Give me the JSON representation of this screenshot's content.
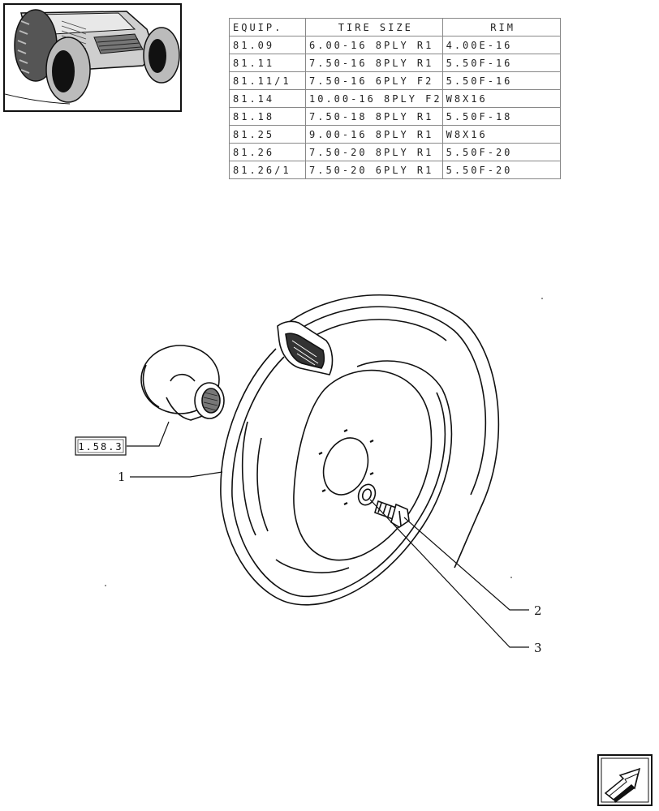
{
  "table": {
    "headers": [
      "EQUIP.",
      "TIRE SIZE",
      "RIM"
    ],
    "rows": [
      [
        "81.09",
        "6.00-16 8PLY R1",
        "4.00E-16"
      ],
      [
        "81.11",
        "7.50-16 8PLY R1",
        "5.50F-16"
      ],
      [
        "81.11/1",
        "7.50-16 6PLY F2",
        "5.50F-16"
      ],
      [
        "81.14",
        "10.00-16 8PLY F2",
        "W8X16"
      ],
      [
        "81.18",
        "7.50-18 8PLY R1",
        "5.50F-18"
      ],
      [
        "81.25",
        "9.00-16 8PLY R1",
        "W8X16"
      ],
      [
        "81.26",
        "7.50-20 8PLY R1",
        "5.50F-20"
      ],
      [
        "81.26/1",
        "7.50-20 6PLY R1",
        "5.50F-20"
      ]
    ]
  },
  "diagram": {
    "ref_box": "1.58.3",
    "callouts": {
      "wheel": "1",
      "bolt": "2",
      "washer": "3"
    }
  },
  "icons": {
    "thumbnail": "tractor-front-icon",
    "navigation": "next-page-arrow-icon"
  }
}
